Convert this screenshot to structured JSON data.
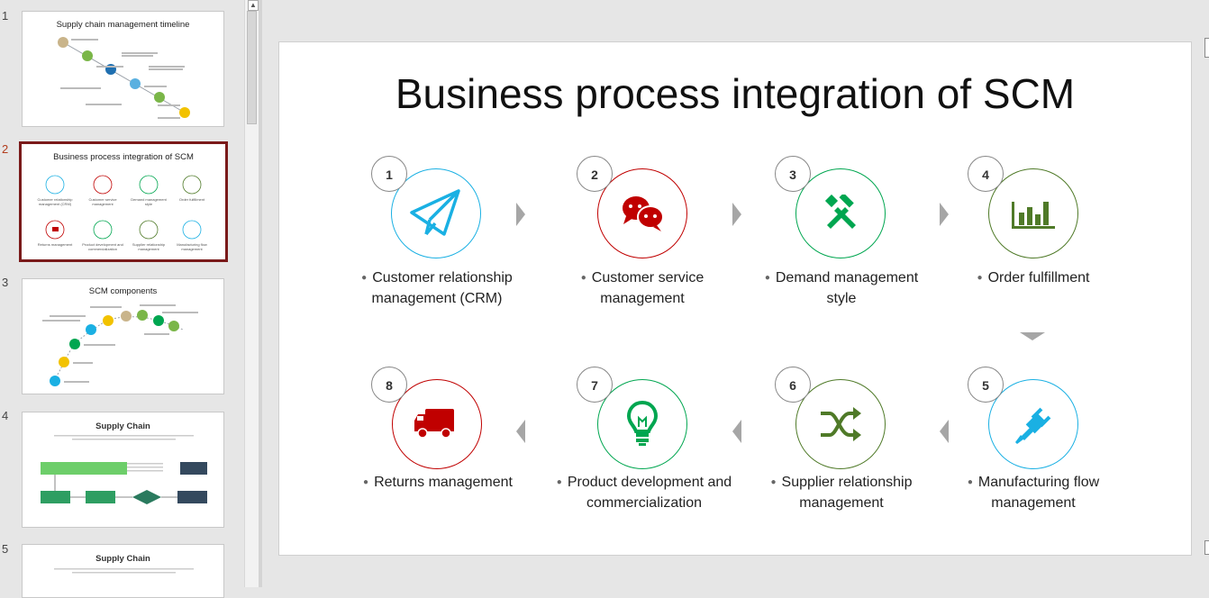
{
  "thumbnails": [
    {
      "num": "1",
      "title": "Supply chain management timeline"
    },
    {
      "num": "2",
      "title": "Business process integration of SCM"
    },
    {
      "num": "3",
      "title": "SCM components"
    },
    {
      "num": "4",
      "title": "Supply Chain"
    },
    {
      "num": "5",
      "title": "Supply Chain"
    }
  ],
  "slide": {
    "title": "Business process integration of SCM",
    "steps": [
      {
        "num": "1",
        "line1": "Customer relationship",
        "line2": "management (CRM)",
        "color": "#1ab0e3",
        "icon": "paper-plane-icon"
      },
      {
        "num": "2",
        "line1": "Customer service",
        "line2": "management",
        "color": "#c00000",
        "icon": "chat-bubbles-icon"
      },
      {
        "num": "3",
        "line1": "Demand management",
        "line2": "style",
        "color": "#00a650",
        "icon": "tools-icon"
      },
      {
        "num": "4",
        "line1": "Order fulfillment",
        "line2": "",
        "color": "#4f7a28",
        "icon": "bar-chart-icon"
      },
      {
        "num": "5",
        "line1": "Manufacturing flow",
        "line2": "management",
        "color": "#1ab0e3",
        "icon": "plug-icon"
      },
      {
        "num": "6",
        "line1": "Supplier relationship",
        "line2": "management",
        "color": "#4f7a28",
        "icon": "shuffle-icon"
      },
      {
        "num": "7",
        "line1": "Product development and",
        "line2": "commercialization",
        "color": "#00a650",
        "icon": "lightbulb-icon"
      },
      {
        "num": "8",
        "line1": "Returns management",
        "line2": "",
        "color": "#c00000",
        "icon": "truck-icon"
      }
    ]
  }
}
